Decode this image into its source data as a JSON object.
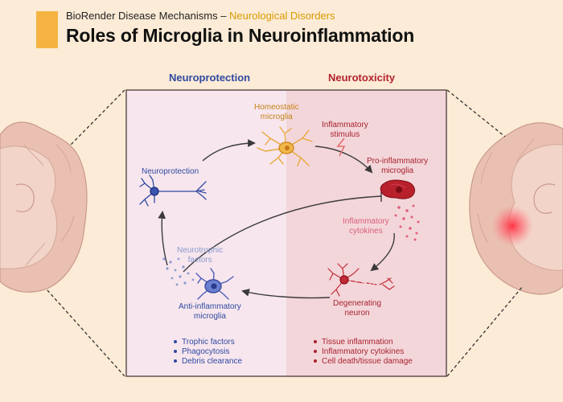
{
  "header": {
    "subtitle_prefix": "BioRender Disease Mechanisms – ",
    "subtitle_highlight": "Neurological Disorders",
    "title": "Roles of Microglia in Neuroinflammation"
  },
  "columns": {
    "left": "Neuroprotection",
    "right": "Neurotoxicity"
  },
  "nodes": {
    "homeostatic": "Homeostatic\nmicroglia",
    "stimulus": "Inflammatory\nstimulus",
    "proinflammatory": "Pro-inflammatory\nmicroglia",
    "cytokines": "Inflammatory\ncytokines",
    "degenerating": "Degenerating\nneuron",
    "antiinflammatory": "Anti-inflammatory\nmicroglia",
    "neurotrophic": "Neurotrophic\nfactors",
    "neuroprotection": "Neuroprotection"
  },
  "lists": {
    "left": [
      "Trophic factors",
      "Phagocytosis",
      "Debris clearance"
    ],
    "right": [
      "Tissue inflammation",
      "Inflammatory cytokines",
      "Cell death/tissue damage"
    ]
  },
  "colors": {
    "background": "#fcebd6",
    "accent": "#f5b342",
    "highlight_text": "#d99a00",
    "left_panel": "#f7e6ee",
    "right_panel": "#f3d6da",
    "neuroprotection": "#2f4aa0",
    "neurotoxicity": "#b1222f",
    "homeostatic": "#cc8a1a",
    "cytokines": "#d9607a",
    "neurotrophic": "#8c9bcf"
  }
}
